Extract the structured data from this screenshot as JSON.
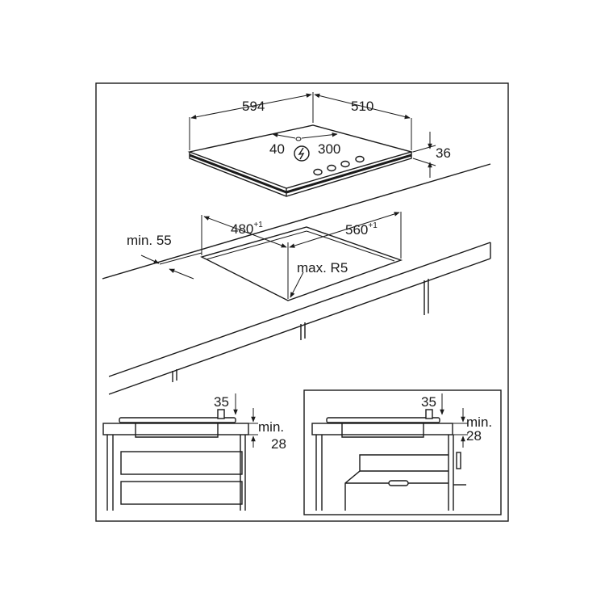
{
  "hob": {
    "width": "594",
    "depth": "510",
    "height": "36",
    "dim_left": "40",
    "dim_right": "300"
  },
  "cutout": {
    "width_base": "480",
    "width_sup": "+1",
    "depth_base": "560",
    "depth_sup": "+1",
    "radius": "max. R5",
    "min_distance": "min. 55"
  },
  "section_left": {
    "top_dim": "35",
    "min_label": "min.",
    "min_value": "28"
  },
  "section_right": {
    "top_dim": "35",
    "min_label": "min.",
    "min_value": "28"
  }
}
